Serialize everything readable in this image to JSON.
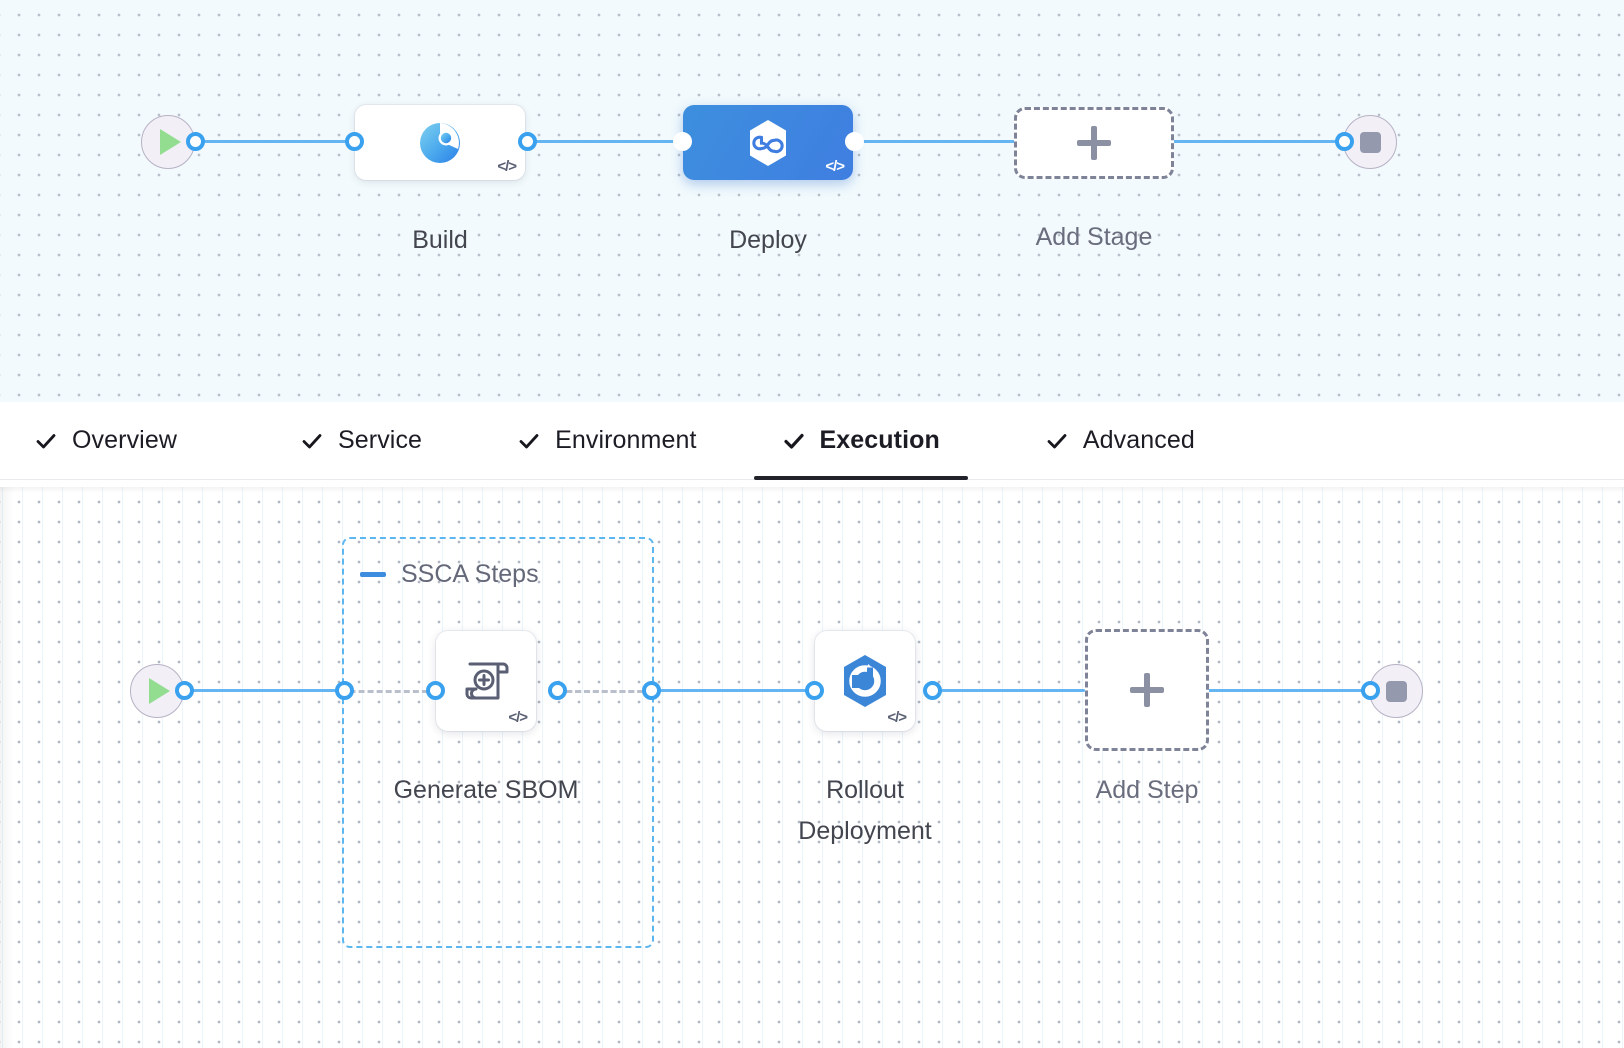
{
  "theme": {
    "accent_blue": "#3aa1ef",
    "edge_blue": "#64b5f1",
    "selected_stage_blue": "#3d8fdf",
    "group_border_blue": "#5cb6ef",
    "dashed_gray": "#7e8398",
    "start_green": "#92dd90",
    "end_gray": "#9499ad",
    "canvas_stage_bg": "#f2fafd",
    "canvas_step_bg": "#ffffff",
    "text_dark": "#1c1c25",
    "text_node": "#43454f",
    "text_muted": "#6a6d7d"
  },
  "stage_canvas": {
    "name": "Pipeline Stages",
    "start_node": {
      "icon": "play-icon",
      "label": ""
    },
    "end_node": {
      "icon": "stop-icon",
      "label": ""
    },
    "stages": [
      {
        "label": "Build",
        "icon": "harness-ci-build-icon",
        "selected": false,
        "code_badge": "</>"
      },
      {
        "label": "Deploy",
        "icon": "harness-cd-hexagon-infinity-icon",
        "selected": true,
        "code_badge": "</>"
      }
    ],
    "add_stage": {
      "label": "Add Stage",
      "icon": "plus-icon"
    }
  },
  "tabs": {
    "items": [
      {
        "label": "Overview",
        "checked": true,
        "active": false
      },
      {
        "label": "Service",
        "checked": true,
        "active": false
      },
      {
        "label": "Environment",
        "checked": true,
        "active": false
      },
      {
        "label": "Execution",
        "checked": true,
        "active": true
      },
      {
        "label": "Advanced",
        "checked": true,
        "active": false
      }
    ]
  },
  "step_canvas": {
    "name": "Execution Steps",
    "start_node": {
      "icon": "play-icon"
    },
    "end_node": {
      "icon": "stop-icon"
    },
    "group": {
      "title": "SSCA Steps",
      "collapse_icon": "minus-icon",
      "expanded": true
    },
    "steps": [
      {
        "label": "Generate SBOM",
        "icon": "sbom-scroll-plus-icon",
        "code_badge": "</>",
        "in_group": true
      },
      {
        "label": "Rollout Deployment",
        "label_line1": "Rollout",
        "label_line2": "Deployment",
        "icon": "k8s-rollout-hexagon-icon",
        "code_badge": "</>",
        "in_group": false
      }
    ],
    "add_step": {
      "label": "Add Step",
      "icon": "plus-icon"
    }
  }
}
